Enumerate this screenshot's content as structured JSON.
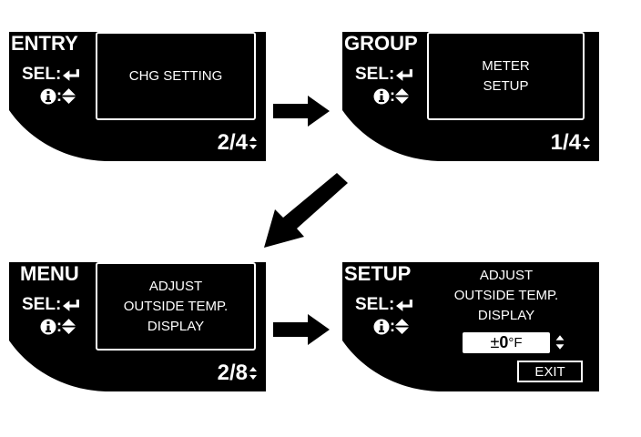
{
  "panels": [
    {
      "mode_label": "ENTRY",
      "sel_label": "SEL:",
      "info_sep": ":",
      "content_lines": [
        "CHG SETTING"
      ],
      "page": "2/4"
    },
    {
      "mode_label": "GROUP",
      "sel_label": "SEL:",
      "info_sep": ":",
      "content_lines": [
        "METER",
        "SETUP"
      ],
      "page": "1/4"
    },
    {
      "mode_label": "MENU",
      "sel_label": "SEL:",
      "info_sep": ":",
      "content_lines": [
        "ADJUST",
        "OUTSIDE TEMP.",
        "DISPLAY"
      ],
      "page": "2/8"
    },
    {
      "mode_label": "SETUP",
      "sel_label": "SEL:",
      "info_sep": ":",
      "content_lines": [
        "ADJUST",
        "OUTSIDE TEMP.",
        "DISPLAY"
      ],
      "value_sign": "±",
      "value_number": "0",
      "value_unit": "°F",
      "exit_label": "EXIT"
    }
  ],
  "icons": {
    "enter": "enter-arrow-icon",
    "info": "info-icon",
    "updown": "up-down-arrows-icon"
  },
  "colors": {
    "screen": "#000000",
    "text": "#ffffff",
    "background": "#ffffff"
  }
}
